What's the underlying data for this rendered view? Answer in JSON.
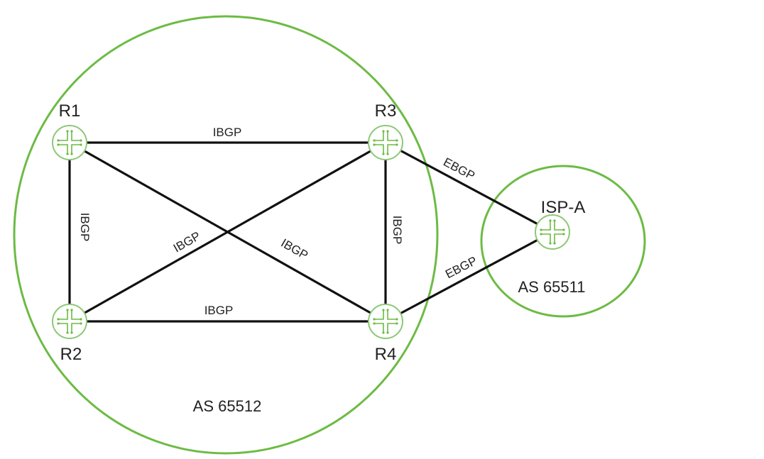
{
  "diagram": {
    "colors": {
      "as_boundary": "#6cbb44",
      "link": "#111111",
      "router_icon": "#6cbb44"
    },
    "autonomous_systems": [
      {
        "id": "as65512",
        "label": "AS 65512"
      },
      {
        "id": "as65511",
        "label": "AS 65511"
      }
    ],
    "nodes": [
      {
        "id": "R1",
        "label": "R1",
        "icon": "router-icon",
        "as": "as65512"
      },
      {
        "id": "R2",
        "label": "R2",
        "icon": "router-icon",
        "as": "as65512"
      },
      {
        "id": "R3",
        "label": "R3",
        "icon": "router-icon",
        "as": "as65512"
      },
      {
        "id": "R4",
        "label": "R4",
        "icon": "router-icon",
        "as": "as65512"
      },
      {
        "id": "ISP-A",
        "label": "ISP-A",
        "icon": "router-icon",
        "as": "as65511"
      }
    ],
    "links": [
      {
        "from": "R1",
        "to": "R3",
        "label": "IBGP"
      },
      {
        "from": "R1",
        "to": "R2",
        "label": "IBGP"
      },
      {
        "from": "R2",
        "to": "R3",
        "label": "IBGP"
      },
      {
        "from": "R1",
        "to": "R4",
        "label": "IBGP"
      },
      {
        "from": "R3",
        "to": "R4",
        "label": "IBGP"
      },
      {
        "from": "R2",
        "to": "R4",
        "label": "IBGP"
      },
      {
        "from": "R3",
        "to": "ISP-A",
        "label": "EBGP"
      },
      {
        "from": "R4",
        "to": "ISP-A",
        "label": "EBGP"
      }
    ]
  }
}
